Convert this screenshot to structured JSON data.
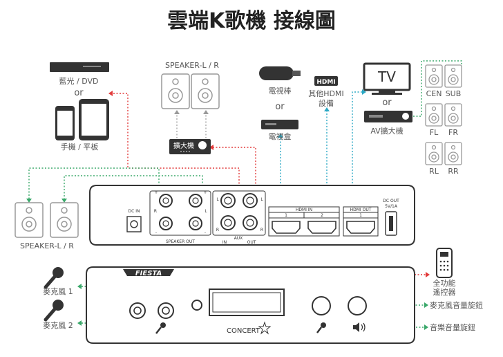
{
  "title": "雲端K歌機 接線圖",
  "labels": {
    "bluray": "藍光 / DVD",
    "or1": "or",
    "phone_tablet": "手機 / 平板",
    "speaker_top": "SPEAKER-L / R",
    "amp_box": "擴大機",
    "tv_stick": "電視棒",
    "or2": "or",
    "tv_box": "電視盒",
    "hdmi_badge": "HDMI",
    "other_hdmi": "其他HDMI",
    "other_hdmi2": "設備",
    "tv": "TV",
    "or3": "or",
    "av_amp": "AV擴大機",
    "cen": "CEN",
    "sub": "SUB",
    "fl": "FL",
    "fr": "FR",
    "rl": "RL",
    "rr": "RR",
    "speaker_left": "SPEAKER-L / R",
    "mic1": "麥克風 1",
    "mic2": "麥克風 2",
    "remote1": "全功能",
    "remote2": "遙控器",
    "mic_knob": "麥克風音量旋鈕",
    "music_knob": "音樂音量旋鈕"
  },
  "back_panel": {
    "dc_in": "DC IN",
    "speaker_out": "SPEAKER OUT",
    "in": "IN",
    "aux": "AUX",
    "out": "OUT",
    "hdmi_in": "HDMI IN",
    "hdmi_out": "HDMI OUT",
    "dc_out": "DC OUT",
    "dc_out_spec": "5V/1A",
    "l": "L",
    "r": "R",
    "plus": "+",
    "minus": "-",
    "port1": "1",
    "port2": "2"
  },
  "front_panel": {
    "brand": "FIESTA",
    "logo": "CONCERT"
  },
  "colors": {
    "red": "#e23a3a",
    "teal": "#2aa8c4",
    "green": "#3aa86a",
    "device_stroke": "#9a9a9a",
    "panel_stroke": "#333333"
  }
}
